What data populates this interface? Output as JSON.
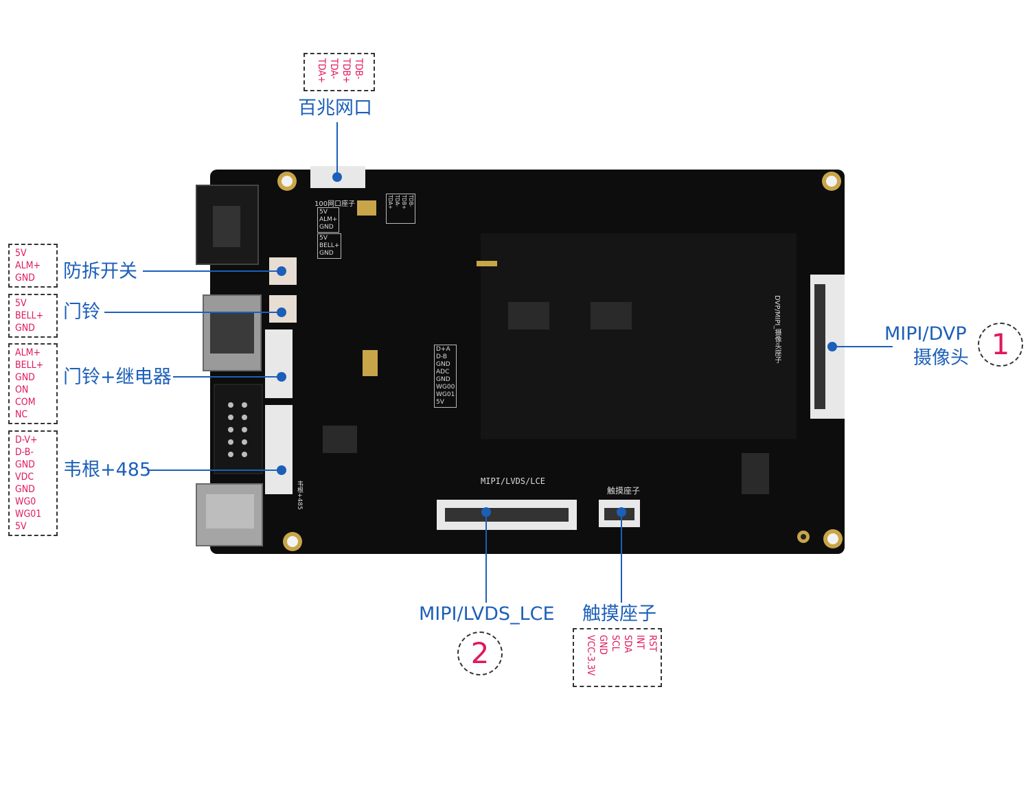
{
  "top_connector": {
    "pins": [
      "TDB-",
      "TDB+",
      "TDA-",
      "TDA+"
    ],
    "label": "百兆网口"
  },
  "left_connectors": [
    {
      "label": "防拆开关",
      "pins": [
        "5V",
        "ALM+",
        "GND"
      ]
    },
    {
      "label": "门铃",
      "pins": [
        "5V",
        "BELL+",
        "GND"
      ]
    },
    {
      "label": "门铃+继电器",
      "pins": [
        "ALM+",
        "BELL+",
        "GND",
        "ON",
        "COM",
        "NC"
      ]
    },
    {
      "label": "韦根+485",
      "pins": [
        "D-V+",
        "D-B-",
        "GND",
        "VDC",
        "GND",
        "WG0",
        "WG01",
        "5V"
      ]
    }
  ],
  "right_connector": {
    "label_line1": "MIPI/DVP",
    "label_line2": "摄像头",
    "number": "1"
  },
  "bottom_left_connector": {
    "label": "MIPI/LVDS_LCE",
    "number": "2"
  },
  "bottom_right_connector": {
    "label": "触摸座子",
    "pins": [
      "RST",
      "INT",
      "SDA",
      "SCL",
      "GND",
      "VCC-3.3V"
    ]
  },
  "board": {
    "silk_label_top": "100网口座子",
    "silk_label_bottom": "MIPI/LVDS/LCE",
    "silk_label_touch": "触摸座子",
    "silk_label_camera": "DVP/MIPI_摄像头座子",
    "silk_label_wg": "韦根+485",
    "silk_pins_a": [
      "5V",
      "ALM+",
      "GND"
    ],
    "silk_pins_b": [
      "5V",
      "BELL+",
      "GND"
    ],
    "silk_pins_c": [
      "D+A",
      "D-B",
      "GND",
      "ADC",
      "GND",
      "WG00",
      "WG01",
      "5V"
    ],
    "silk_pins_d": [
      "TDB-",
      "TDB+",
      "TDA-",
      "TDA+"
    ]
  },
  "colors": {
    "pin_text": "#e0185a",
    "label_text": "#1c5fb8",
    "leader_line": "#1c5fb8",
    "board": "#0d0d0d"
  }
}
